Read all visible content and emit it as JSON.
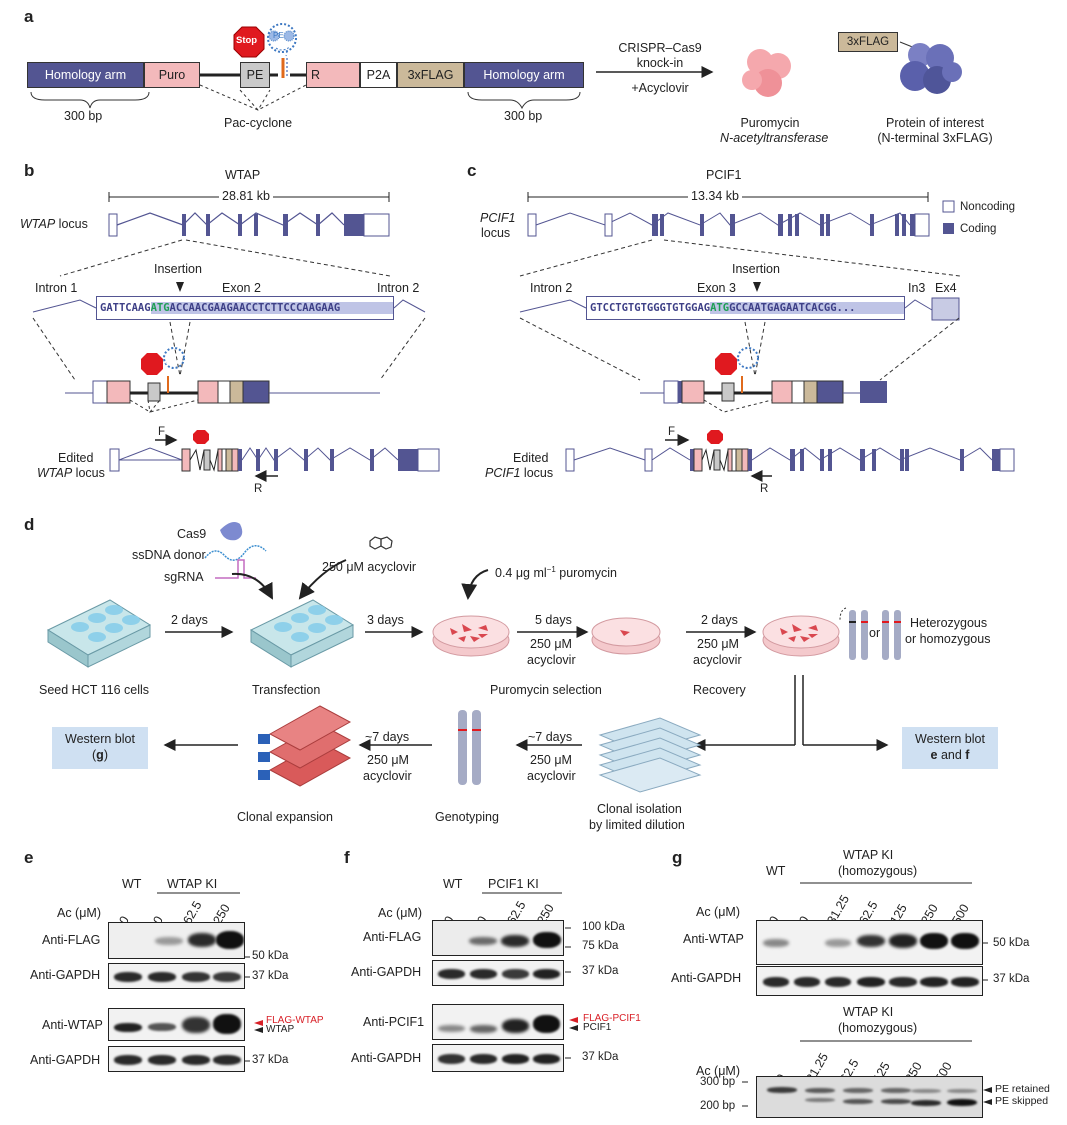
{
  "panels": [
    "a",
    "b",
    "c",
    "d",
    "e",
    "f",
    "g"
  ],
  "panel_a": {
    "arm_label": "Homology arm",
    "puro": "Puro",
    "pe": "PE",
    "r": "R",
    "p2a": "P2A",
    "flag": "3xFLAG",
    "bp_left": "300 bp",
    "bp_right": "300 bp",
    "pac": "Pac-cyclone",
    "stop": "Stop",
    "method_line1": "CRISPR–Cas9",
    "method_line2": "knock-in",
    "method_line3": "+Acyclovir",
    "puro_protein_1": "Puromycin",
    "puro_protein_2": "N-acetyltransferase",
    "tag": "3xFLAG",
    "poi_1": "Protein of interest",
    "poi_2": "(N-terminal 3xFLAG)"
  },
  "panel_b": {
    "gene": "WTAP",
    "size": "28.81 kb",
    "locus_ital": "WTAP",
    "locus_rest": " locus",
    "insertion": "Insertion",
    "intron1": "Intron 1",
    "exon2": "Exon 2",
    "intron2": "Intron 2",
    "seq_a": "GATTCAAG",
    "seq_atg": "ATG",
    "seq_b": "ACCAACGAAGAACCTCTTCCCAAGAAG",
    "edited": "Edited",
    "edited_ital": "WTAP",
    "edited_rest": " locus",
    "F": "F",
    "R": "R"
  },
  "panel_c": {
    "gene": "PCIF1",
    "size": "13.34 kb",
    "locus_ital": "PCIF1",
    "locus_2": "locus",
    "noncoding": "Noncoding",
    "coding": "Coding",
    "insertion": "Insertion",
    "intron2": "Intron 2",
    "exon3": "Exon 3",
    "in3": "In3",
    "ex4": "Ex4",
    "seq_a": "GTCCTGTGTGGGTGTGGAG",
    "seq_atg": "ATG",
    "seq_b": "GCCAATGAGAATCACGG...",
    "edited": "Edited",
    "edited_ital": "PCIF1",
    "edited_rest": " locus",
    "F": "F",
    "R": "R"
  },
  "panel_d": {
    "cas9": "Cas9",
    "ssdna": "ssDNA donor",
    "sgrna": "sgRNA",
    "acyclovir_top": "250 μM acyclovir",
    "puromycin_pre": "0.4 μg ml",
    "puromycin_sup": "−1",
    "puromycin_post": " puromycin",
    "days_2": "2 days",
    "days_3": "3 days",
    "days_5": "5 days",
    "days_2b": "2 days",
    "conc": "250 μM",
    "acyc": "acyclovir",
    "seed": "Seed HCT 116 cells",
    "transfection": "Transfection",
    "puro_sel": "Puromycin selection",
    "recovery": "Recovery",
    "or": "or",
    "het_1": "Heterozygous",
    "het_2": "or homozygous",
    "wb_right_1": "Western blot",
    "wb_right_2a": "e",
    "wb_right_2b": " and ",
    "wb_right_2c": "f",
    "wb_left_1": "Western blot",
    "wb_left_2": "g",
    "days_7a": "~7 days",
    "days_7b": "~7 days",
    "clonal_exp": "Clonal expansion",
    "genotyping": "Genotyping",
    "clonal_iso_1": "Clonal isolation",
    "clonal_iso_2": "by limited dilution"
  },
  "panel_e": {
    "wt": "WT",
    "ki": "WTAP KI",
    "ac": "Ac (μM)",
    "doses": [
      "0",
      "0",
      "62.5",
      "250"
    ],
    "anti_flag": "Anti-FLAG",
    "anti_gapdh": "Anti-GAPDH",
    "anti_wtap": "Anti-WTAP",
    "kda50": "50 kDa",
    "kda37": "37 kDa",
    "flag_wtap": "FLAG-WTAP",
    "wtap": "WTAP"
  },
  "panel_f": {
    "wt": "WT",
    "ki": "PCIF1 KI",
    "ac": "Ac (μM)",
    "doses": [
      "0",
      "0",
      "62.5",
      "250"
    ],
    "anti_flag": "Anti-FLAG",
    "anti_gapdh": "Anti-GAPDH",
    "anti_pcif1": "Anti-PCIF1",
    "kda100": "100 kDa",
    "kda75": "75 kDa",
    "kda37": "37 kDa",
    "flag_pcif1": "FLAG-PCIF1",
    "pcif1": "PCIF1"
  },
  "panel_g": {
    "wt": "WT",
    "ki_1": "WTAP KI",
    "ki_2": "(homozygous)",
    "ac": "Ac (μM)",
    "doses": [
      "0",
      "0",
      "31.25",
      "62.5",
      "125",
      "250",
      "500"
    ],
    "anti_wtap": "Anti-WTAP",
    "anti_gapdh": "Anti-GAPDH",
    "kda50": "50 kDa",
    "kda37": "37 kDa",
    "ki2_1": "WTAP KI",
    "ki2_2": "(homozygous)",
    "doses2": [
      "0",
      "31.25",
      "62.5",
      "125",
      "250",
      "500"
    ],
    "bp300": "300 bp",
    "bp200": "200 bp",
    "pe_retained": "PE retained",
    "pe_skipped": "PE skipped"
  },
  "colors": {
    "arm": "#535592",
    "puro": "#f3b9bb",
    "pe": "#c9c9c9",
    "flag": "#cbb99a",
    "coding": "#535592",
    "highlight": "#cfe0f2",
    "stop": "#e0191f",
    "atg": "#1e9e54",
    "red_arrow": "#d81f26"
  }
}
